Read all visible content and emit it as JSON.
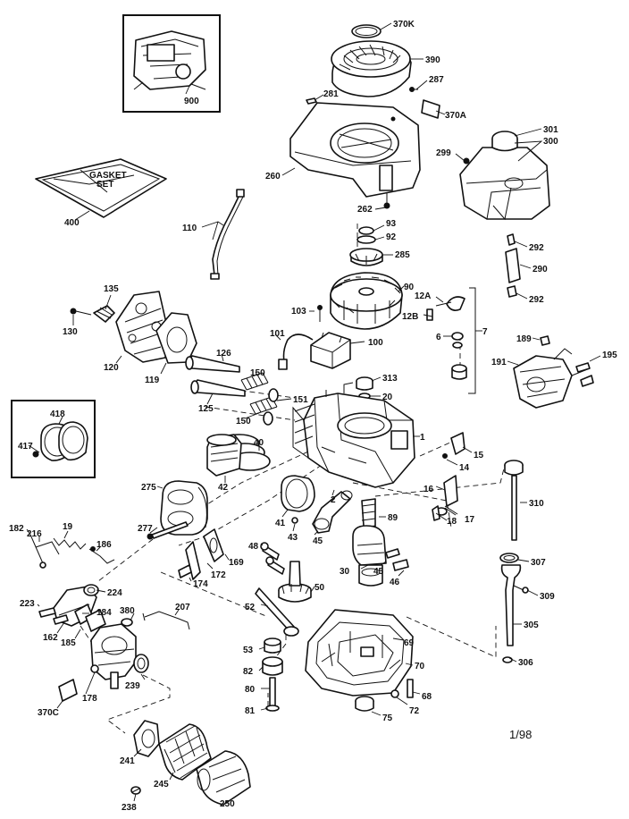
{
  "diagram": {
    "date_code": "1/98",
    "kit_label_line1": "GASKET",
    "kit_label_line2": "SET",
    "labels": {
      "p370K": "370K",
      "p390": "390",
      "p287": "287",
      "p281": "281",
      "p370A": "370A",
      "p900": "900",
      "p260": "260",
      "p262": "262",
      "p301": "301",
      "p300": "300",
      "p299": "299",
      "p400": "400",
      "p110": "110",
      "p93": "93",
      "p92": "92",
      "p285": "285",
      "p292a": "292",
      "p290": "290",
      "p292b": "292",
      "p135": "135",
      "p130": "130",
      "p120": "120",
      "p119": "119",
      "p90": "90",
      "p12A": "12A",
      "p12B": "12B",
      "p103": "103",
      "p6": "6",
      "p7": "7",
      "p101": "101",
      "p100": "100",
      "p189": "189",
      "p191": "191",
      "p195": "195",
      "p126": "126",
      "p150a": "150",
      "p125": "125",
      "p150b": "150",
      "p151": "151",
      "p313": "313",
      "p20": "20",
      "p418": "418",
      "p417": "417",
      "p40": "40",
      "p1": "1",
      "p15": "15",
      "p14": "14",
      "p42": "42",
      "p275": "275",
      "p2": "2",
      "p16": "16",
      "p18": "18",
      "p17": "17",
      "p310": "310",
      "p41": "41",
      "p43": "43",
      "p45a": "45",
      "p89": "89",
      "p277": "277",
      "p182": "182",
      "p216": "216",
      "p19": "19",
      "p186": "186",
      "p172": "172",
      "p169": "169",
      "p48a": "48",
      "p30": "30",
      "p45b": "45",
      "p46": "46",
      "p307": "307",
      "p174": "174",
      "p224": "224",
      "p50": "50",
      "p309": "309",
      "p223": "223",
      "p184": "184",
      "p380": "380",
      "p207": "207",
      "p52": "52",
      "p305": "305",
      "p162": "162",
      "p185": "185",
      "p69": "69",
      "p53": "53",
      "p70": "70",
      "p306": "306",
      "p178": "178",
      "p239": "239",
      "p82": "82",
      "p80": "80",
      "p370C": "370C",
      "p68": "68",
      "p81": "81",
      "p75": "75",
      "p72": "72",
      "p241": "241",
      "p245": "245",
      "p250": "250",
      "p238": "238"
    }
  }
}
